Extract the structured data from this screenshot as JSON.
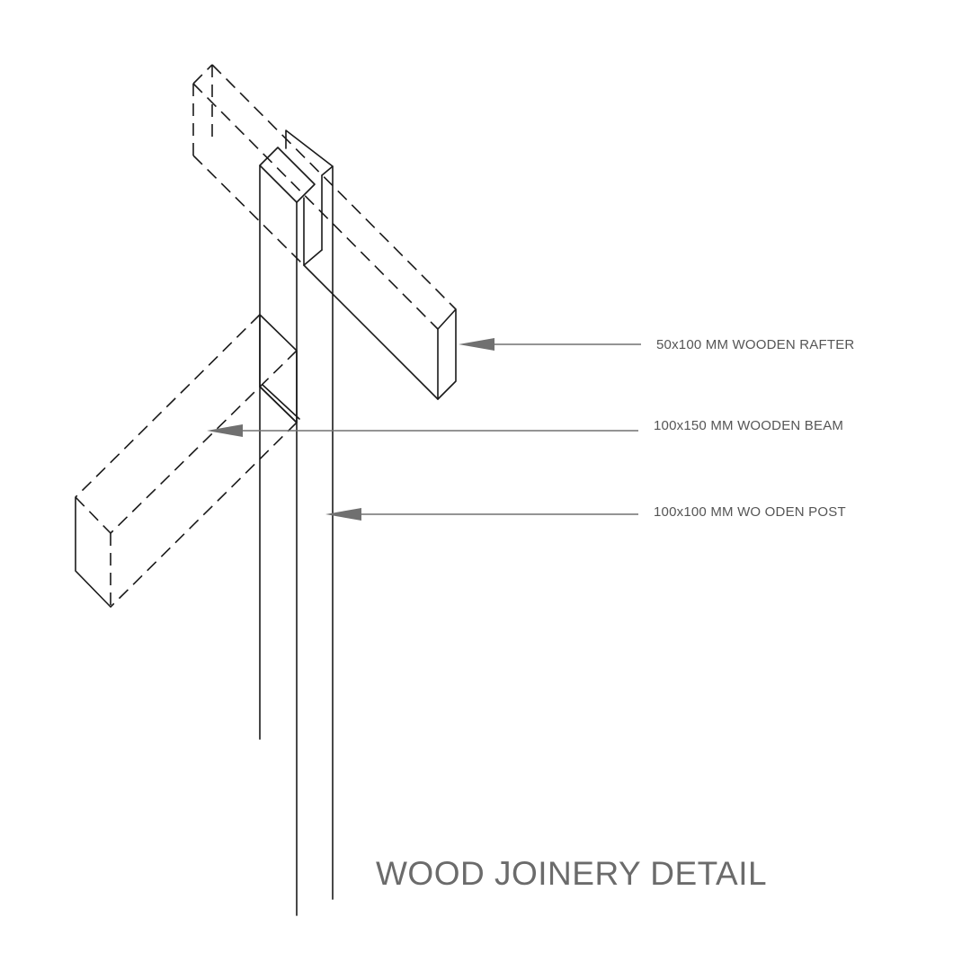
{
  "drawing": {
    "title": "WOOD JOINERY DETAIL",
    "callouts": [
      {
        "id": "rafter",
        "text": "50x100 MM WOODEN RAFTER"
      },
      {
        "id": "beam",
        "text": "100x150 MM WOODEN BEAM"
      },
      {
        "id": "post",
        "text": "100x100 MM WO ODEN POST"
      }
    ]
  },
  "colors": {
    "linework": "#1a1a1a",
    "leader": "#707070",
    "label_text": "#555555",
    "title_text": "#6b6b6b"
  }
}
